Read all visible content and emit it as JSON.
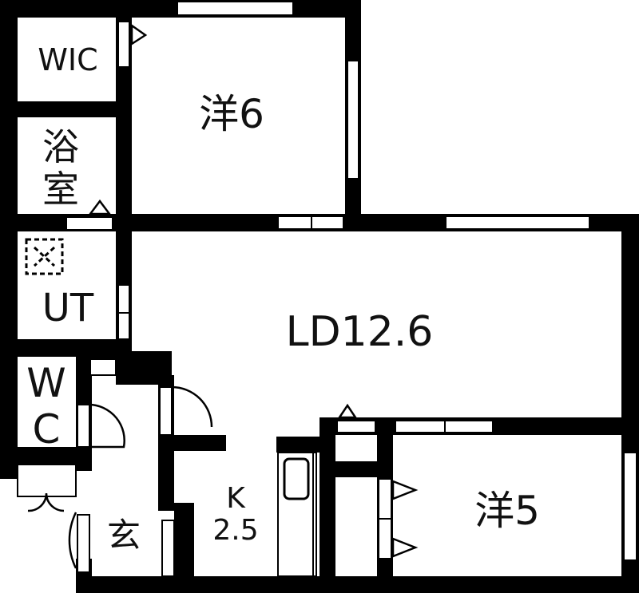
{
  "floorplan": {
    "title": "Floor plan",
    "colors": {
      "wall": "#000000",
      "background": "#ffffff",
      "text": "#111111"
    },
    "rooms": [
      {
        "id": "wic",
        "label": "WIC"
      },
      {
        "id": "bath",
        "label": "浴室",
        "label_line1": "浴",
        "label_line2": "室"
      },
      {
        "id": "utility",
        "label": "UT"
      },
      {
        "id": "toilet",
        "label": "WC",
        "label_line1": "W",
        "label_line2": "C"
      },
      {
        "id": "western-6",
        "label": "洋6"
      },
      {
        "id": "living-dining",
        "label": "LD12.6"
      },
      {
        "id": "kitchen",
        "label": "K 2.5",
        "label_line1": "K",
        "label_line2": "2.5"
      },
      {
        "id": "entrance",
        "label": "玄"
      },
      {
        "id": "western-5",
        "label": "洋5"
      }
    ]
  }
}
